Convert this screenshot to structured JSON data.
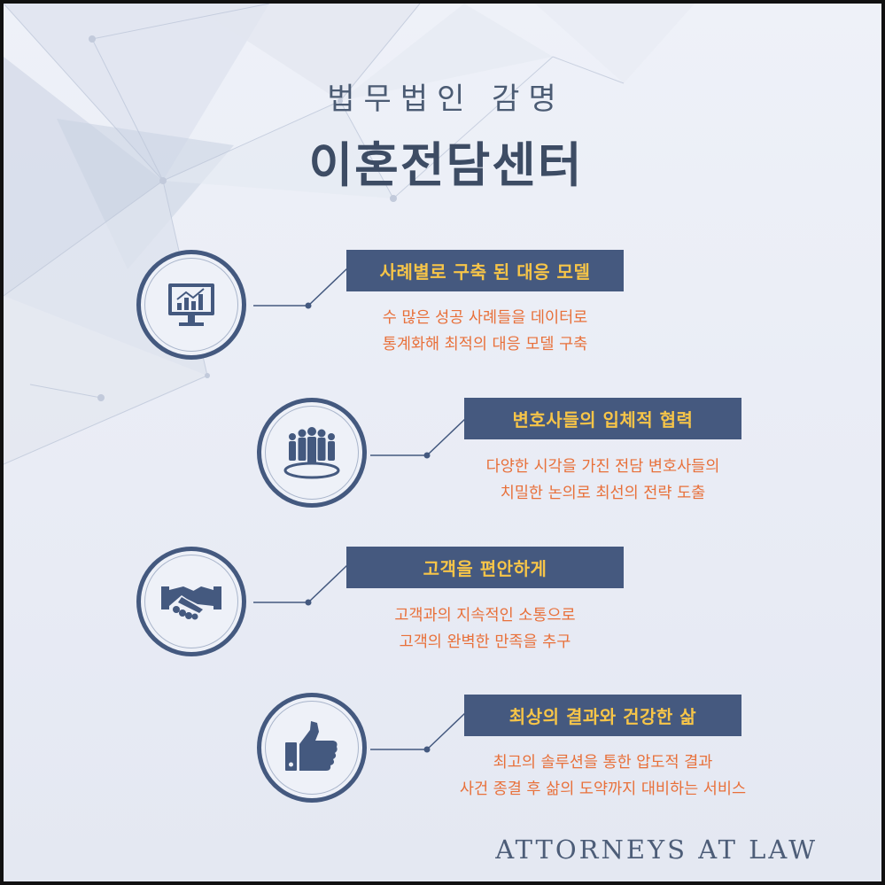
{
  "header": {
    "subtitle": "법무법인 감명",
    "title": "이혼전담센터"
  },
  "items": [
    {
      "icon": "monitor-chart-icon",
      "label": "사례별로 구축 된 대응 모델",
      "desc_line1": "수 많은 성공 사례들을 데이터로",
      "desc_line2": "통계화해 최적의 대응 모델 구축"
    },
    {
      "icon": "team-people-icon",
      "label": "변호사들의 입체적 협력",
      "desc_line1": "다양한 시각을 가진 전담 변호사들의",
      "desc_line2": "치밀한 논의로 최선의 전략 도출"
    },
    {
      "icon": "handshake-icon",
      "label": "고객을 편안하게",
      "desc_line1": "고객과의 지속적인 소통으로",
      "desc_line2": "고객의 완벽한 만족을 추구"
    },
    {
      "icon": "thumbs-up-icon",
      "label": "최상의 결과와 건강한 삶",
      "desc_line1": "최고의 솔루션을 통한 압도적 결과",
      "desc_line2": "사건 종결 후 삶의  도약까지 대비하는 서비스"
    }
  ],
  "footer": {
    "text": "ATTORNEYS AT LAW"
  },
  "colors": {
    "navy": "#45597f",
    "label_text": "#f7c548",
    "description": "#e8703a",
    "background": "#eef1f8"
  }
}
